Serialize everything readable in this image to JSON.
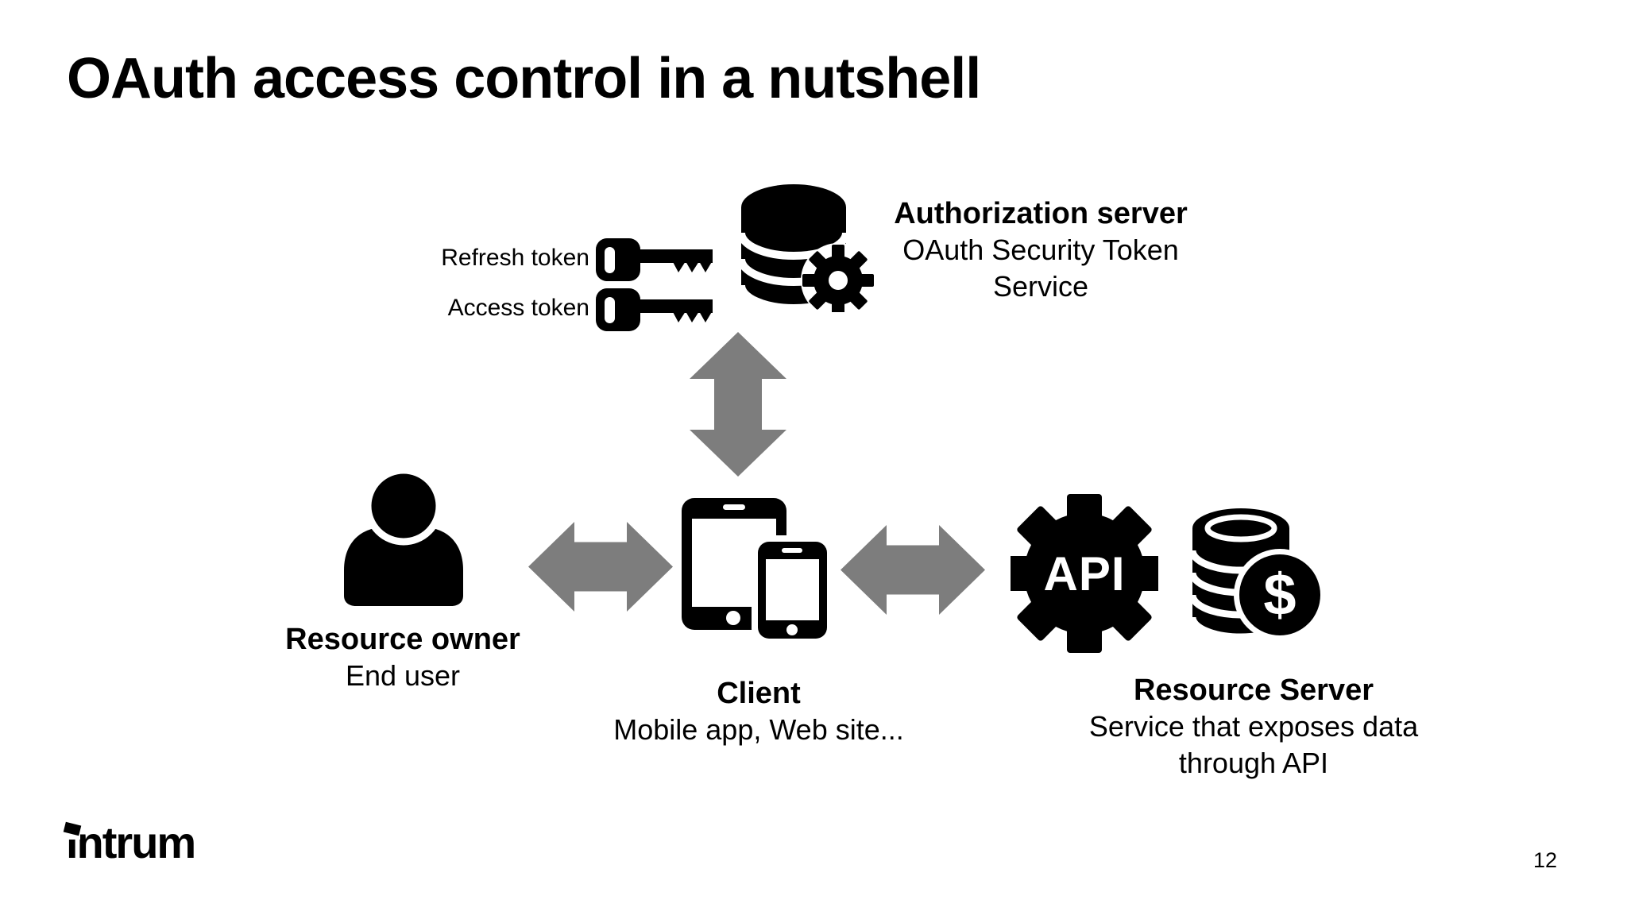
{
  "colors": {
    "background": "#ffffff",
    "icon_black": "#000000",
    "arrow_gray": "#7d7d7d",
    "text_black": "#000000"
  },
  "slide": {
    "title": "OAuth access control in a nutshell",
    "page_number": "12",
    "logo": "intrum"
  },
  "diagram": {
    "tokens": {
      "refresh": "Refresh token",
      "access": "Access token"
    },
    "authorization_server": {
      "title": "Authorization server",
      "subtitle_lines": [
        "OAuth Security Token",
        "Service"
      ]
    },
    "resource_owner": {
      "title": "Resource owner",
      "subtitle": "End user"
    },
    "client": {
      "title": "Client",
      "subtitle": "Mobile app, Web site..."
    },
    "resource_server": {
      "title": "Resource Server",
      "subtitle_lines": [
        "Service that exposes data",
        "through API"
      ],
      "api_label": "API",
      "currency_symbol": "$"
    }
  }
}
